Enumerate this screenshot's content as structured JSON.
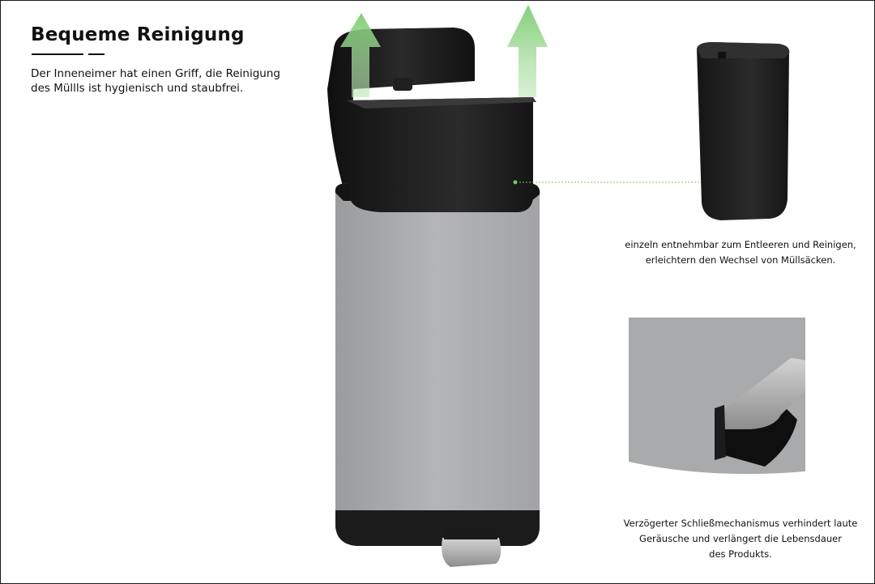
{
  "headline": "Bequeme Reinigung",
  "intro": "Der Inneneimer hat einen Griff, die Reinigung des Müllls ist hygienisch und staubfrei.",
  "insert_caption": {
    "line1": "einzeln entnehmbar zum Entleeren und Reinigen,",
    "line2": "erleichtern den Wechsel von Müllsäcken."
  },
  "pedal_caption": {
    "line1": "Verzögerter Schließmechanismus verhindert laute",
    "line2": "Geräusche und verlängert die Lebensdauer",
    "line3": "des Produkts."
  },
  "colors": {
    "body_grey": "#a9aaac",
    "insert_black": "#1f1f1f",
    "arrow_green": "#8fd48a",
    "connector_green": "#7cc36f"
  }
}
